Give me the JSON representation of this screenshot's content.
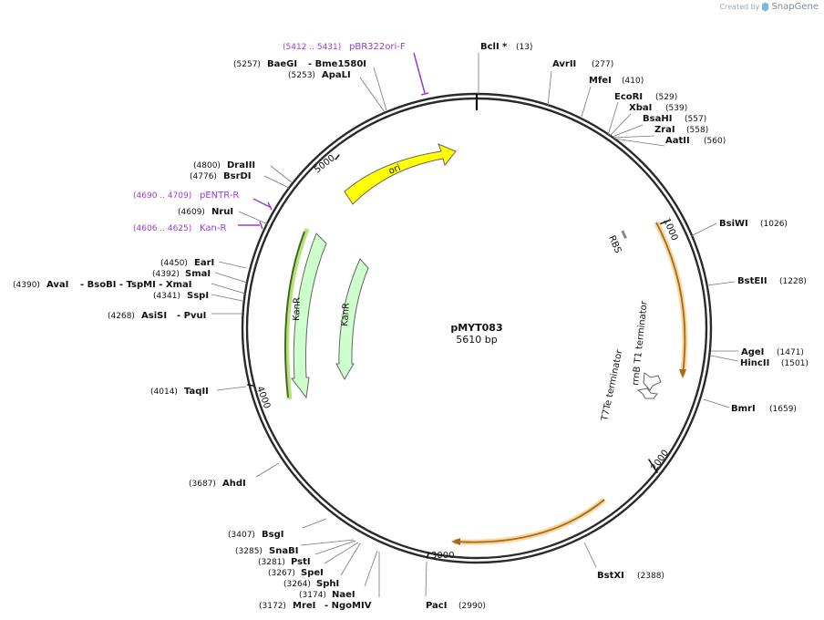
{
  "branding": {
    "created_by": "Created by",
    "app_name": "SnapGene"
  },
  "plasmid": {
    "name": "pMYT083",
    "length_label": "5610 bp"
  },
  "ticks": [
    "1000",
    "2000",
    "3000",
    "4000",
    "5000"
  ],
  "features": [
    {
      "id": "ori",
      "label": "ori",
      "color": "#ffff00"
    },
    {
      "id": "kanr-outer",
      "label": "KanR",
      "color": "#ccffcc"
    },
    {
      "id": "kanr-inner",
      "label": "KanR",
      "color": "#ccffcc"
    },
    {
      "id": "rbs",
      "label": "RBS",
      "color": "#888888"
    },
    {
      "id": "rrnb",
      "label": "rrnB T1 terminator",
      "color": "#ffffff"
    },
    {
      "id": "t7te",
      "label": "T7Te terminator",
      "color": "#ffffff"
    }
  ],
  "sites": [
    {
      "name": "BclI *",
      "pos": "(13)"
    },
    {
      "name": "AvrII",
      "pos": "(277)"
    },
    {
      "name": "MfeI",
      "pos": "(410)"
    },
    {
      "name": "EcoRI",
      "pos": "(529)"
    },
    {
      "name": "XbaI",
      "pos": "(539)"
    },
    {
      "name": "BsaHI",
      "pos": "(557)"
    },
    {
      "name": "ZraI",
      "pos": "(558)"
    },
    {
      "name": "AatII",
      "pos": "(560)"
    },
    {
      "name": "BsiWI",
      "pos": "(1026)"
    },
    {
      "name": "BstEII",
      "pos": "(1228)"
    },
    {
      "name": "AgeI",
      "pos": "(1471)"
    },
    {
      "name": "HincII",
      "pos": "(1501)"
    },
    {
      "name": "BmrI",
      "pos": "(1659)"
    },
    {
      "name": "BstXI",
      "pos": "(2388)"
    },
    {
      "name": "PacI",
      "pos": "(2990)"
    },
    {
      "name": "MreI",
      "pos": "(3172)",
      "extra": "- NgoMIV"
    },
    {
      "name": "NaeI",
      "pos": "(3174)"
    },
    {
      "name": "SphI",
      "pos": "(3264)"
    },
    {
      "name": "SpeI",
      "pos": "(3267)"
    },
    {
      "name": "PstI",
      "pos": "(3281)"
    },
    {
      "name": "SnaBI",
      "pos": "(3285)"
    },
    {
      "name": "BsgI",
      "pos": "(3407)"
    },
    {
      "name": "AhdI",
      "pos": "(3687)"
    },
    {
      "name": "TaqII",
      "pos": "(4014)"
    },
    {
      "name": "AsiSI",
      "pos": "(4268)",
      "extra": "- PvuI"
    },
    {
      "name": "SspI",
      "pos": "(4341)"
    },
    {
      "name": "AvaI",
      "pos": "(4390)",
      "extra": "- BsoBI   - TspMI   - XmaI"
    },
    {
      "name": "SmaI",
      "pos": "(4392)"
    },
    {
      "name": "EarI",
      "pos": "(4450)"
    },
    {
      "name": "NruI",
      "pos": "(4609)"
    },
    {
      "name": "BsrDI",
      "pos": "(4776)"
    },
    {
      "name": "DraIII",
      "pos": "(4800)"
    },
    {
      "name": "ApaLI",
      "pos": "(5253)"
    },
    {
      "name": "BaeGI",
      "pos": "(5257)",
      "extra": "- Bme1580I"
    }
  ],
  "primers": [
    {
      "name": "pBR322ori-F",
      "pos": "(5412 .. 5431)"
    },
    {
      "name": "pENTR-R",
      "pos": "(4690 .. 4709)"
    },
    {
      "name": "Kan-R",
      "pos": "(4606 .. 4625)"
    }
  ]
}
